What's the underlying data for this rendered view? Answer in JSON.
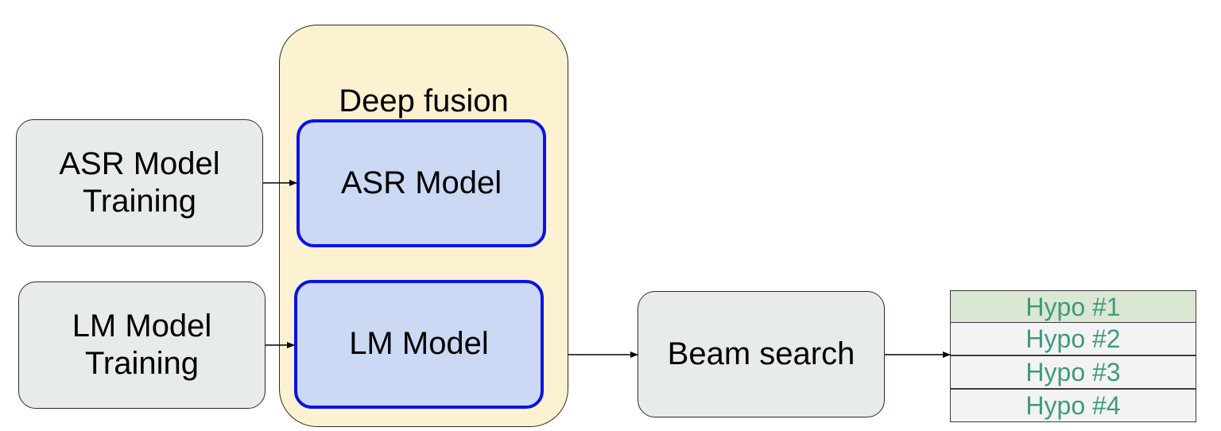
{
  "diagram": {
    "inputs": {
      "asr_training": "ASR Model\nTraining",
      "lm_training": "LM Model\nTraining"
    },
    "fusion_group": {
      "title": "Deep fusion",
      "asr_model": "ASR Model",
      "lm_model": "LM Model"
    },
    "beam_search": "Beam search",
    "hypotheses": [
      "Hypo #1",
      "Hypo #2",
      "Hypo #3",
      "Hypo #4"
    ]
  },
  "colors": {
    "gray_box_fill": "#e8ebec",
    "group_fill": "#fcf1d0",
    "model_fill": "#ccd9f4",
    "model_border": "#0a12e6",
    "hypo_text": "#3f9a7e",
    "hypo_top_fill": "#d9e7d3"
  }
}
